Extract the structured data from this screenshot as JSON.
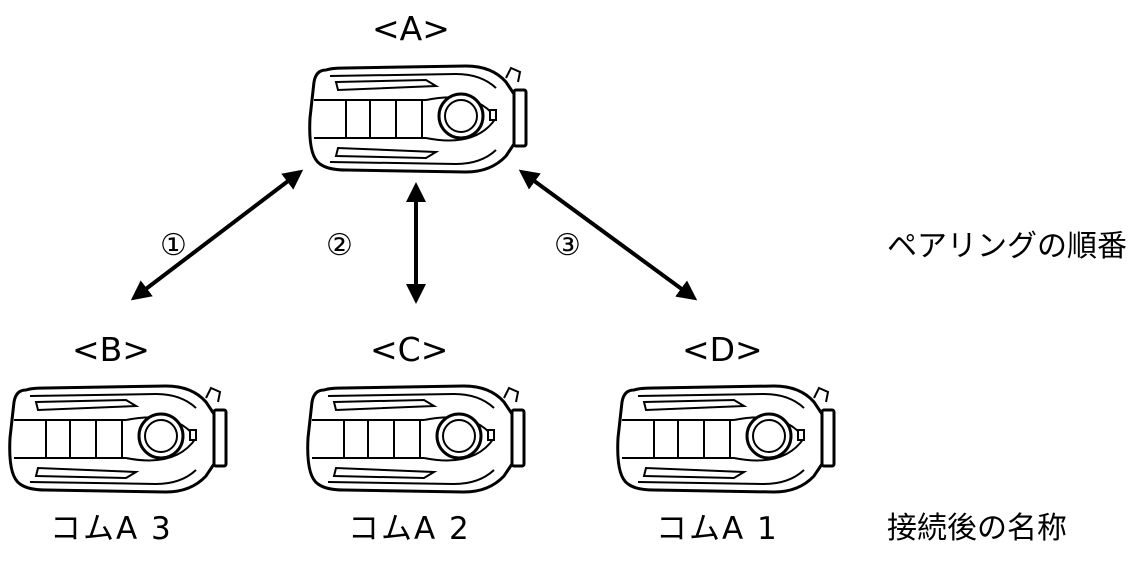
{
  "devices": [
    {
      "label": "<A>"
    },
    {
      "label": "<B>",
      "name": "コムA 3"
    },
    {
      "label": "<C>",
      "name": "コムA 2"
    },
    {
      "label": "<D>",
      "name": "コムA 1"
    }
  ],
  "steps": [
    "①",
    "②",
    "③"
  ],
  "legend": {
    "pairing_order": "ペアリングの順番",
    "name_after_connection": "接続後の名称"
  }
}
